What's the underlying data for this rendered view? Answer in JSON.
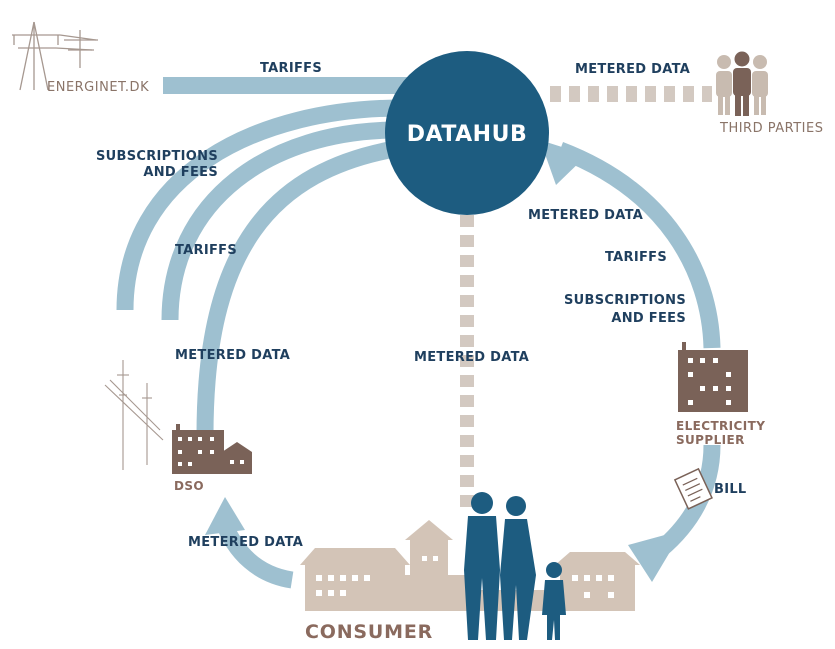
{
  "hub": {
    "label": "DATAHUB"
  },
  "nodes": {
    "energinet": "ENERGINET.DK",
    "third_parties": "THIRD PARTIES",
    "electricity_supplier": [
      "ELECTRICITY",
      "SUPPLIER"
    ],
    "dso": "DSO",
    "consumer": "CONSUMER"
  },
  "flows": {
    "energinet_tariffs": "TARIFFS",
    "third_metered": "METERED DATA",
    "left_subscriptions": [
      "SUBSCRIPTIONS",
      "AND FEES"
    ],
    "left_tariffs": "TARIFFS",
    "left_metered": "METERED DATA",
    "right_metered": "METERED DATA",
    "right_tariffs": "TARIFFS",
    "right_subscriptions": [
      "SUBSCRIPTIONS",
      "AND FEES"
    ],
    "center_metered": "METERED DATA",
    "bill": "BILL",
    "bottom_metered": "METERED DATA"
  },
  "colors": {
    "hub": "#1d5c80",
    "flow": "#9ec0d0",
    "building": "#7a6258",
    "town": "#d3c4b7",
    "people": "#1d5c80",
    "dotted": "#d3c9c1"
  }
}
